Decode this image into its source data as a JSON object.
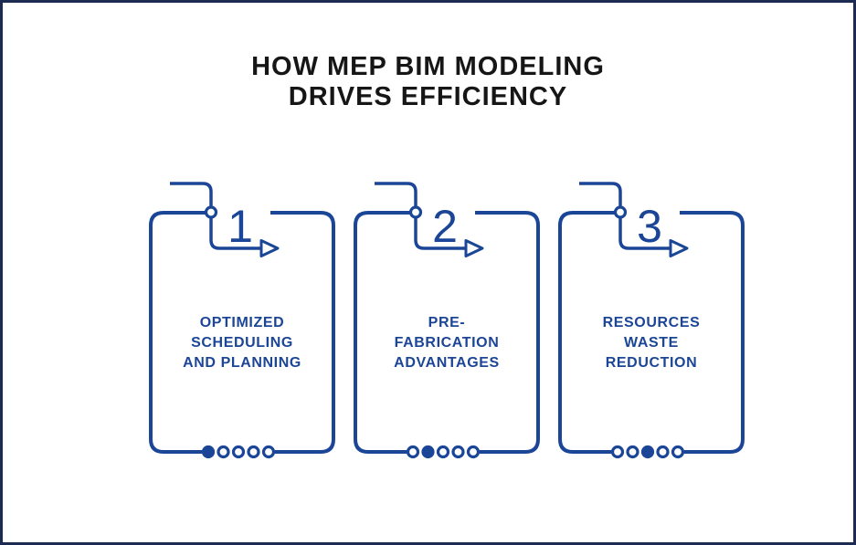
{
  "page": {
    "background_color": "#ffffff",
    "frame_color": "#1d2b53"
  },
  "colors": {
    "accent_blue": "#1b4596",
    "title_color": "#161616"
  },
  "title": {
    "line1": "HOW MEP BIM MODELING",
    "line2": "DRIVES EFFICIENCY"
  },
  "cards": [
    {
      "number": "1",
      "lines": [
        "OPTIMIZED",
        "SCHEDULING",
        "AND PLANNING"
      ],
      "dot_count": 5,
      "active_dot": 0
    },
    {
      "number": "2",
      "lines": [
        "PRE-",
        "FABRICATION",
        "ADVANTAGES"
      ],
      "dot_count": 5,
      "active_dot": 1
    },
    {
      "number": "3",
      "lines": [
        "RESOURCES",
        "WASTE",
        "REDUCTION"
      ],
      "dot_count": 5,
      "active_dot": 2
    }
  ]
}
